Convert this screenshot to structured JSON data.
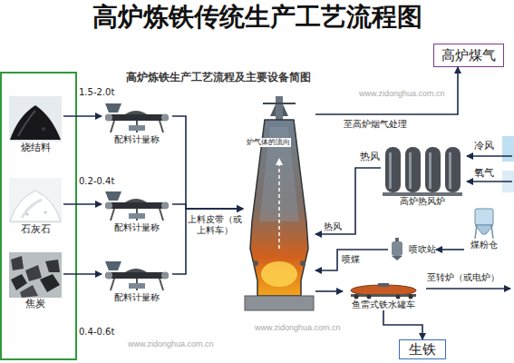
{
  "diagram": {
    "title": "高炉炼铁传统生产工艺流程图",
    "nodes": [
      {
        "text": [
          "高炉煤气"
        ]
      },
      {
        "text": [
          "烧结料"
        ]
      },
      {
        "text": [
          "石灰石"
        ]
      },
      {
        "text": [
          "焦炭"
        ]
      },
      {
        "text": [
          "配料计量称"
        ]
      },
      {
        "text": [
          "配料计量称"
        ]
      },
      {
        "text": [
          "配料计量称"
        ]
      },
      {
        "text": [
          "炉气体的流向"
        ]
      },
      {
        "text": [
          "高炉热风炉"
        ]
      },
      {
        "text": [
          "喷吹站"
        ]
      },
      {
        "text": [
          "煤粉仓"
        ]
      },
      {
        "text": [
          "鱼雷式铁水罐车"
        ]
      },
      {
        "text": [
          "生铁"
        ]
      }
    ],
    "edges": [
      {
        "from": 1,
        "to": 4,
        "arrow": "to",
        "label": "1.5-2.0t"
      },
      {
        "from": 2,
        "to": 5,
        "arrow": "to",
        "label": "0.2-0.4t"
      },
      {
        "from": 3,
        "to": 6,
        "arrow": "to",
        "label": "0.4-0.6t"
      },
      {
        "from": 4,
        "to": 7,
        "arrow": "to"
      },
      {
        "from": 5,
        "to": 7,
        "arrow": "to",
        "label": "上料皮带（或上料车）"
      },
      {
        "from": 6,
        "to": 7,
        "arrow": "to"
      },
      {
        "from": 7,
        "to": 0,
        "arrow": "to",
        "label": "至高炉烟气处理"
      },
      {
        "from": 8,
        "to": 7,
        "arrow": "to",
        "label": "热风"
      },
      {
        "from": 10,
        "to": 9,
        "arrow": "to"
      },
      {
        "from": 9,
        "to": 7,
        "arrow": "to",
        "label": "喷煤"
      },
      {
        "from": 7,
        "to": 11,
        "arrow": "to"
      },
      {
        "from": 11,
        "to": 12,
        "arrow": "to"
      }
    ],
    "labels": [
      "高炉炼铁生产工艺流程及主要设备简图",
      "热风",
      "冷风",
      "氧气",
      "至转炉（或电炉）",
      "www.zidonghua.com.cn",
      "www.zidonghua.com.cn",
      "www.zidonghua.com.cn"
    ]
  }
}
